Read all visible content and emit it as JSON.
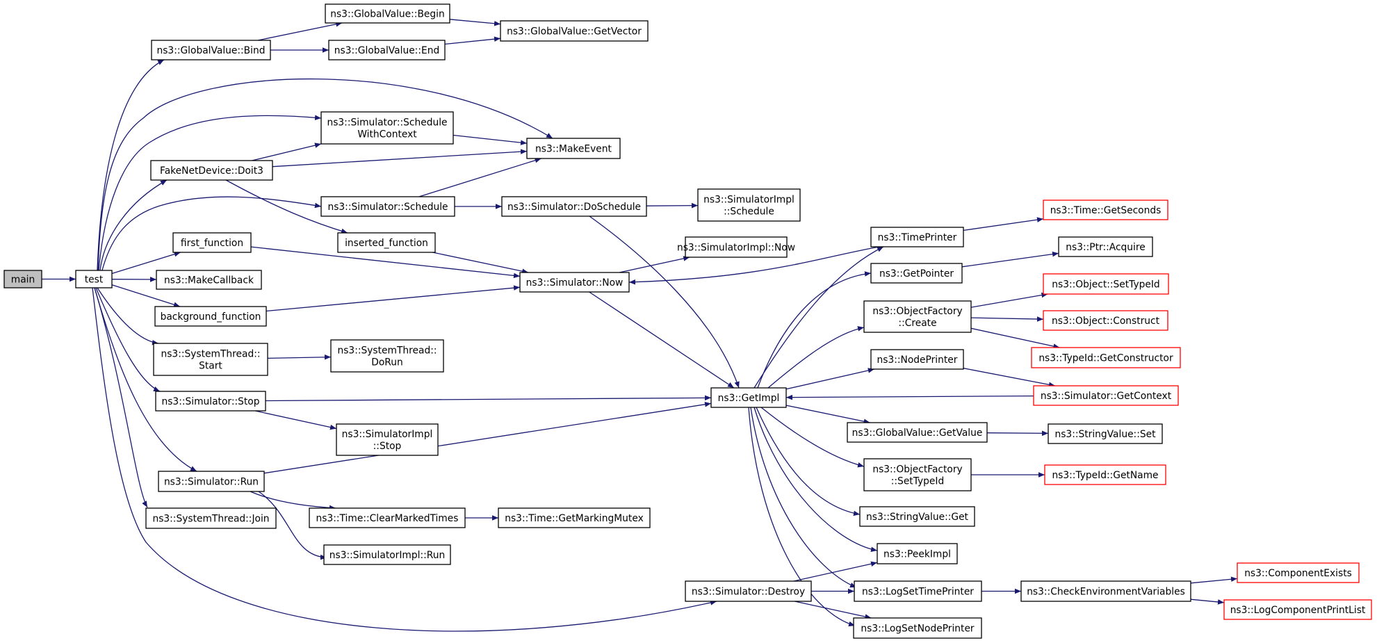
{
  "graph": {
    "colors": {
      "edge": "#191970",
      "node_border": "#000000",
      "truncated_border": "#ff0000",
      "current_fill": "#bfbfbf"
    },
    "nodes": [
      {
        "id": "main",
        "lines": [
          "main"
        ],
        "style": "current"
      },
      {
        "id": "test",
        "lines": [
          "test"
        ]
      },
      {
        "id": "gv_bind",
        "lines": [
          "ns3::GlobalValue::Bind"
        ]
      },
      {
        "id": "gv_begin",
        "lines": [
          "ns3::GlobalValue::Begin"
        ]
      },
      {
        "id": "gv_end",
        "lines": [
          "ns3::GlobalValue::End"
        ]
      },
      {
        "id": "gv_getvector",
        "lines": [
          "ns3::GlobalValue::GetVector"
        ]
      },
      {
        "id": "sim_schedwc",
        "lines": [
          "ns3::Simulator::Schedule",
          "WithContext"
        ]
      },
      {
        "id": "makeevent",
        "lines": [
          "ns3::MakeEvent"
        ]
      },
      {
        "id": "doit3",
        "lines": [
          "FakeNetDevice::Doit3"
        ]
      },
      {
        "id": "sim_schedule",
        "lines": [
          "ns3::Simulator::Schedule"
        ]
      },
      {
        "id": "sim_doschedule",
        "lines": [
          "ns3::Simulator::DoSchedule"
        ]
      },
      {
        "id": "simimpl_schedule",
        "lines": [
          "ns3::SimulatorImpl",
          "::Schedule"
        ]
      },
      {
        "id": "first_function",
        "lines": [
          "first_function"
        ]
      },
      {
        "id": "inserted_function",
        "lines": [
          "inserted_function"
        ]
      },
      {
        "id": "simimpl_now",
        "lines": [
          "ns3::SimulatorImpl::Now"
        ]
      },
      {
        "id": "sim_now",
        "lines": [
          "ns3::Simulator::Now"
        ]
      },
      {
        "id": "makecallback",
        "lines": [
          "ns3::MakeCallback"
        ]
      },
      {
        "id": "background_function",
        "lines": [
          "background_function"
        ]
      },
      {
        "id": "st_start",
        "lines": [
          "ns3::SystemThread::",
          "Start"
        ]
      },
      {
        "id": "st_dorun",
        "lines": [
          "ns3::SystemThread::",
          "DoRun"
        ]
      },
      {
        "id": "sim_stop",
        "lines": [
          "ns3::Simulator::Stop"
        ]
      },
      {
        "id": "simimpl_stop",
        "lines": [
          "ns3::SimulatorImpl",
          "::Stop"
        ]
      },
      {
        "id": "sim_run",
        "lines": [
          "ns3::Simulator::Run"
        ]
      },
      {
        "id": "time_clear",
        "lines": [
          "ns3::Time::ClearMarkedTimes"
        ]
      },
      {
        "id": "time_mutex",
        "lines": [
          "ns3::Time::GetMarkingMutex"
        ]
      },
      {
        "id": "simimpl_run",
        "lines": [
          "ns3::SimulatorImpl::Run"
        ]
      },
      {
        "id": "st_join",
        "lines": [
          "ns3::SystemThread::Join"
        ]
      },
      {
        "id": "getimpl",
        "lines": [
          "ns3::GetImpl"
        ]
      },
      {
        "id": "sim_destroy",
        "lines": [
          "ns3::Simulator::Destroy"
        ]
      },
      {
        "id": "timeprinter",
        "lines": [
          "ns3::TimePrinter"
        ]
      },
      {
        "id": "time_getseconds",
        "lines": [
          "ns3::Time::GetSeconds"
        ],
        "style": "truncated"
      },
      {
        "id": "getpointer",
        "lines": [
          "ns3::GetPointer"
        ]
      },
      {
        "id": "ptr_acquire",
        "lines": [
          "ns3::Ptr::Acquire"
        ]
      },
      {
        "id": "of_create",
        "lines": [
          "ns3::ObjectFactory",
          "::Create"
        ]
      },
      {
        "id": "obj_settypeid",
        "lines": [
          "ns3::Object::SetTypeId"
        ],
        "style": "truncated"
      },
      {
        "id": "obj_construct",
        "lines": [
          "ns3::Object::Construct"
        ],
        "style": "truncated"
      },
      {
        "id": "typeid_getconstructor",
        "lines": [
          "ns3::TypeId::GetConstructor"
        ],
        "style": "truncated"
      },
      {
        "id": "nodeprinter",
        "lines": [
          "ns3::NodePrinter"
        ]
      },
      {
        "id": "sim_getcontext",
        "lines": [
          "ns3::Simulator::GetContext"
        ],
        "style": "truncated"
      },
      {
        "id": "gv_getvalue",
        "lines": [
          "ns3::GlobalValue::GetValue"
        ]
      },
      {
        "id": "sv_set",
        "lines": [
          "ns3::StringValue::Set"
        ]
      },
      {
        "id": "of_settypeid",
        "lines": [
          "ns3::ObjectFactory",
          "::SetTypeId"
        ]
      },
      {
        "id": "typeid_getname",
        "lines": [
          "ns3::TypeId::GetName"
        ],
        "style": "truncated"
      },
      {
        "id": "sv_get",
        "lines": [
          "ns3::StringValue::Get"
        ]
      },
      {
        "id": "peekimpl",
        "lines": [
          "ns3::PeekImpl"
        ]
      },
      {
        "id": "logsettimeprinter",
        "lines": [
          "ns3::LogSetTimePrinter"
        ]
      },
      {
        "id": "checkenv",
        "lines": [
          "ns3::CheckEnvironmentVariables"
        ]
      },
      {
        "id": "componentexists",
        "lines": [
          "ns3::ComponentExists"
        ],
        "style": "truncated"
      },
      {
        "id": "logcomponentprintlist",
        "lines": [
          "ns3::LogComponentPrintList"
        ],
        "style": "truncated"
      },
      {
        "id": "logsetnodeprinter",
        "lines": [
          "ns3::LogSetNodePrinter"
        ]
      }
    ],
    "edges": [
      [
        "main",
        "test"
      ],
      [
        "test",
        "gv_bind"
      ],
      [
        "test",
        "makeevent"
      ],
      [
        "test",
        "sim_schedwc"
      ],
      [
        "test",
        "doit3"
      ],
      [
        "test",
        "sim_schedule"
      ],
      [
        "test",
        "first_function"
      ],
      [
        "test",
        "makecallback"
      ],
      [
        "test",
        "background_function"
      ],
      [
        "test",
        "st_start"
      ],
      [
        "test",
        "sim_stop"
      ],
      [
        "test",
        "sim_run"
      ],
      [
        "test",
        "st_join"
      ],
      [
        "test",
        "sim_destroy"
      ],
      [
        "gv_bind",
        "gv_begin"
      ],
      [
        "gv_bind",
        "gv_end"
      ],
      [
        "gv_begin",
        "gv_getvector"
      ],
      [
        "gv_end",
        "gv_getvector"
      ],
      [
        "sim_schedwc",
        "makeevent"
      ],
      [
        "doit3",
        "sim_schedwc"
      ],
      [
        "doit3",
        "makeevent"
      ],
      [
        "doit3",
        "inserted_function"
      ],
      [
        "sim_schedule",
        "makeevent"
      ],
      [
        "sim_schedule",
        "sim_doschedule"
      ],
      [
        "sim_doschedule",
        "simimpl_schedule"
      ],
      [
        "sim_doschedule",
        "getimpl"
      ],
      [
        "first_function",
        "sim_now"
      ],
      [
        "inserted_function",
        "sim_now"
      ],
      [
        "background_function",
        "sim_now"
      ],
      [
        "sim_now",
        "simimpl_now"
      ],
      [
        "sim_now",
        "getimpl"
      ],
      [
        "st_start",
        "st_dorun"
      ],
      [
        "sim_stop",
        "getimpl"
      ],
      [
        "sim_stop",
        "simimpl_stop"
      ],
      [
        "sim_run",
        "getimpl"
      ],
      [
        "sim_run",
        "time_clear"
      ],
      [
        "sim_run",
        "simimpl_run"
      ],
      [
        "time_clear",
        "time_mutex"
      ],
      [
        "timeprinter",
        "sim_now"
      ],
      [
        "timeprinter",
        "time_getseconds"
      ],
      [
        "getimpl",
        "timeprinter"
      ],
      [
        "getimpl",
        "getpointer"
      ],
      [
        "getimpl",
        "of_create"
      ],
      [
        "getimpl",
        "nodeprinter"
      ],
      [
        "getimpl",
        "gv_getvalue"
      ],
      [
        "getimpl",
        "of_settypeid"
      ],
      [
        "getimpl",
        "sv_get"
      ],
      [
        "getimpl",
        "peekimpl"
      ],
      [
        "getimpl",
        "logsettimeprinter"
      ],
      [
        "getimpl",
        "logsetnodeprinter"
      ],
      [
        "getpointer",
        "ptr_acquire"
      ],
      [
        "of_create",
        "obj_settypeid"
      ],
      [
        "of_create",
        "obj_construct"
      ],
      [
        "of_create",
        "typeid_getconstructor"
      ],
      [
        "nodeprinter",
        "sim_getcontext"
      ],
      [
        "sim_getcontext",
        "getimpl"
      ],
      [
        "gv_getvalue",
        "sv_set"
      ],
      [
        "of_settypeid",
        "typeid_getname"
      ],
      [
        "sim_destroy",
        "peekimpl"
      ],
      [
        "sim_destroy",
        "logsettimeprinter"
      ],
      [
        "sim_destroy",
        "logsetnodeprinter"
      ],
      [
        "logsettimeprinter",
        "checkenv"
      ],
      [
        "checkenv",
        "componentexists"
      ],
      [
        "checkenv",
        "logcomponentprintlist"
      ]
    ]
  }
}
